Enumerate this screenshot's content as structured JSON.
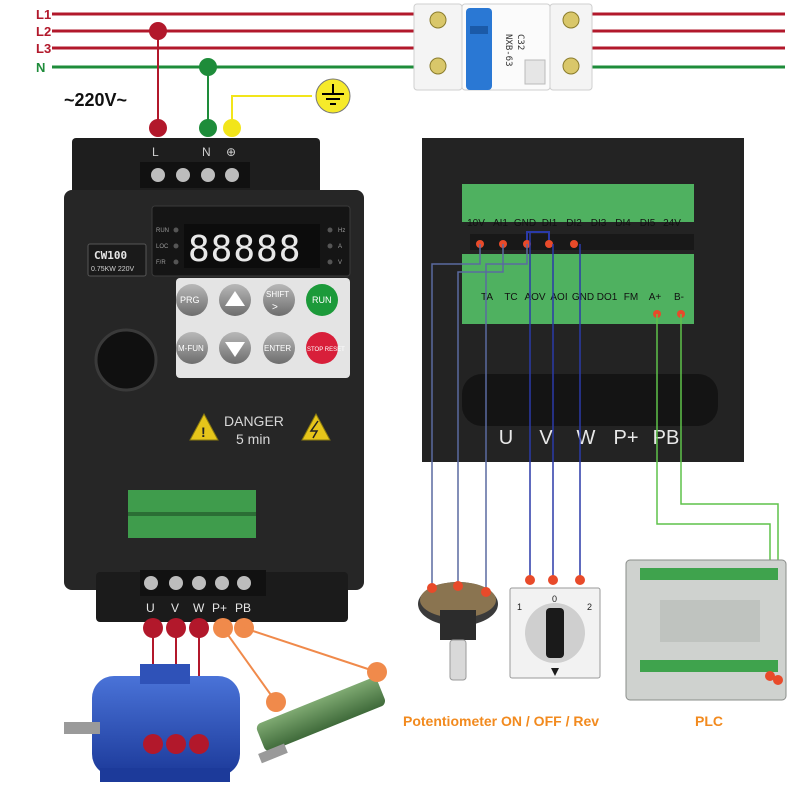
{
  "power": {
    "lines": [
      "L1",
      "L2",
      "L3",
      "N"
    ],
    "voltage_label": "~220V~",
    "breaker_model": "NXB-63",
    "breaker_rating": "C32"
  },
  "inverter": {
    "input_terminals": [
      "L",
      "N",
      "⊕"
    ],
    "model": "CW100",
    "spec": "0.75KW 220V",
    "led_left": [
      "RUN",
      "LOC",
      "F/R"
    ],
    "led_right": [
      "Hz",
      "A",
      "V"
    ],
    "display": "88888",
    "buttons": [
      "PRG",
      "SHIFT",
      "RUN",
      "M-FUN",
      "ENTER",
      "STOP RESET"
    ],
    "danger_line1": "DANGER",
    "danger_line2": "5 min",
    "output_terminals": [
      "U",
      "V",
      "W",
      "P+",
      "PB"
    ]
  },
  "zoom": {
    "top_terminals": [
      "10V",
      "AI1",
      "GND",
      "DI1",
      "DI2",
      "DI3",
      "DI4",
      "DI5",
      "24V"
    ],
    "bottom_terminals": [
      "TA",
      "TC",
      "AOV",
      "AOI",
      "GND",
      "DO1",
      "FM",
      "A+",
      "B-"
    ],
    "power_terminals": [
      "U",
      "V",
      "W",
      "P+",
      "PB"
    ]
  },
  "switch_positions": [
    "1",
    "0",
    "2"
  ],
  "captions": {
    "control": "Potentiometer ON / OFF / Rev",
    "plc": "PLC"
  },
  "colors": {
    "l_wire": "#b2182b",
    "n_wire": "#1e8c3a",
    "earth_wire": "#f2e51a",
    "out_wire": "#b2182b",
    "brake_wire": "#f08a4b",
    "pot_wire": "#5a6aa0",
    "switch_wire": "#2b3aa8",
    "plc_wire": "#5ec24a",
    "caption": "#f28a1e"
  }
}
